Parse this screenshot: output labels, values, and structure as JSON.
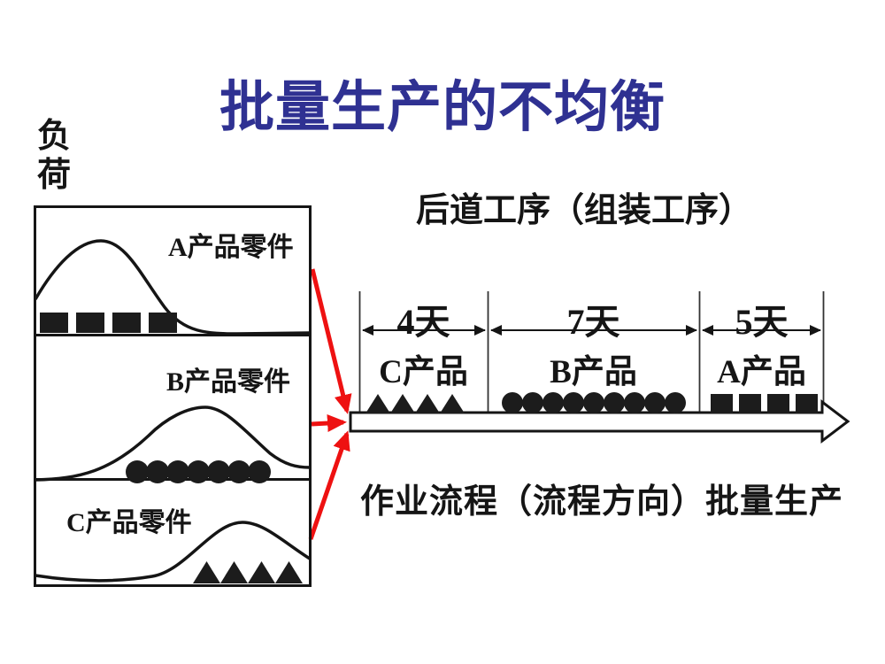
{
  "slide": {
    "title": "批量生产的不均衡",
    "load_label": "负\n荷",
    "upstream_label": "后道工序（组装工序）",
    "flow_label": "作业流程（流程方向）批量生产"
  },
  "left_box": {
    "sections": [
      {
        "label": "A产品零件",
        "shape": "square",
        "count": 4
      },
      {
        "label": "B产品零件",
        "shape": "circle",
        "count": 7
      },
      {
        "label": "C产品零件",
        "shape": "triangle",
        "count": 4
      }
    ]
  },
  "timeline": {
    "segments": [
      {
        "duration": "4天",
        "product": "C产品",
        "shape": "triangle",
        "count": 4
      },
      {
        "duration": "7天",
        "product": "B产品",
        "shape": "circle",
        "count": 9
      },
      {
        "duration": "5天",
        "product": "A产品",
        "shape": "square",
        "count": 4
      }
    ]
  },
  "colors": {
    "title_blue": "#2F3192",
    "arrow_red": "#EE1111",
    "ink_black": "#1C1C1C"
  }
}
